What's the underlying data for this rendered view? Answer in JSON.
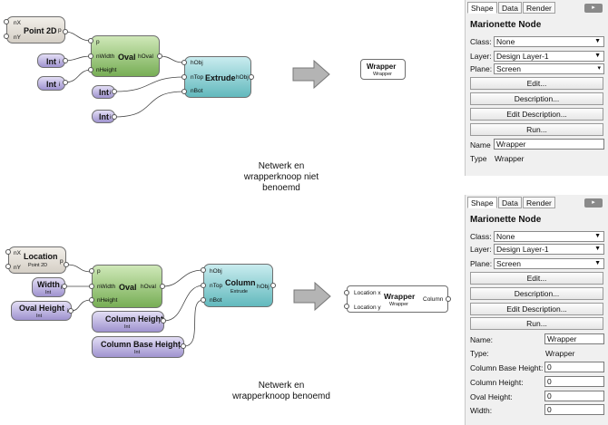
{
  "top": {
    "nodes": {
      "point2d": {
        "title": "Point 2D",
        "in_x": "nX",
        "in_y": "nY",
        "out": "p"
      },
      "oval": {
        "title": "Oval",
        "in_p": "p",
        "in_w": "nWidth",
        "in_h": "nHeight",
        "out": "hOval"
      },
      "extrude": {
        "title": "Extrude",
        "in_obj": "hObj",
        "in_top": "nTop",
        "in_bot": "nBot",
        "out": "hObj"
      },
      "int1": {
        "title": "Int",
        "out": "i"
      },
      "int2": {
        "title": "Int",
        "out": "i"
      },
      "int3": {
        "title": "Int",
        "out": "i"
      },
      "int4": {
        "title": "Int",
        "out": "i"
      }
    },
    "wrapper": {
      "title": "Wrapper",
      "sub": "Wrapper"
    },
    "caption": [
      "Netwerk en",
      "wrapperknoop niet",
      "benoemd"
    ]
  },
  "bottom": {
    "nodes": {
      "location": {
        "title": "Location",
        "sub": "Point 2D",
        "in_x": "nX",
        "in_y": "nY",
        "out": "p"
      },
      "width": {
        "title": "Width",
        "sub": "Int",
        "out": "i"
      },
      "ovalheight": {
        "title": "Oval Height",
        "sub": "Int",
        "out": "i"
      },
      "oval": {
        "title": "Oval",
        "in_p": "p",
        "in_w": "nWidth",
        "in_h": "nHeight",
        "out": "hOval"
      },
      "column": {
        "title": "Column",
        "sub": "Extrude",
        "in_obj": "hObj",
        "in_top": "nTop",
        "in_bot": "nBot",
        "out": "hObj"
      },
      "colheight": {
        "title": "Column Height",
        "sub": "Int",
        "out": "i"
      },
      "colbase": {
        "title": "Column Base Height",
        "sub": "Int",
        "out": "i"
      }
    },
    "wrapper": {
      "title": "Wrapper",
      "sub": "Wrapper",
      "in_x": "Location x",
      "in_y": "Location y",
      "out": "Column"
    },
    "caption": [
      "Netwerk en",
      "wrapperknoop benoemd"
    ]
  },
  "panel1": {
    "tabs": [
      "Shape",
      "Data",
      "Render"
    ],
    "heading": "Marionette Node",
    "class_label": "Class:",
    "class_value": "None",
    "layer_label": "Layer:",
    "layer_value": "Design Layer-1",
    "plane_label": "Plane:",
    "plane_value": "Screen",
    "buttons": [
      "Edit...",
      "Description...",
      "Edit Description...",
      "Run..."
    ],
    "name_label": "Name",
    "name_value": "Wrapper",
    "type_label": "Type",
    "type_value": "Wrapper"
  },
  "panel2": {
    "tabs": [
      "Shape",
      "Data",
      "Render"
    ],
    "heading": "Marionette Node",
    "class_label": "Class:",
    "class_value": "None",
    "layer_label": "Layer:",
    "layer_value": "Design Layer-1",
    "plane_label": "Plane:",
    "plane_value": "Screen",
    "buttons": [
      "Edit...",
      "Description...",
      "Edit Description...",
      "Run..."
    ],
    "name_label": "Name:",
    "name_value": "Wrapper",
    "type_label": "Type:",
    "type_value": "Wrapper",
    "params": [
      {
        "label": "Column Base Height:",
        "value": "0"
      },
      {
        "label": "Column Height:",
        "value": "0"
      },
      {
        "label": "Oval Height:",
        "value": "0"
      },
      {
        "label": "Width:",
        "value": "0"
      }
    ]
  },
  "colors": {
    "green": "#77ae55",
    "teal": "#62b9bd",
    "purple": "#9f93cf",
    "gray": "#d5cfc6",
    "arrow": "#9a9a9a"
  }
}
